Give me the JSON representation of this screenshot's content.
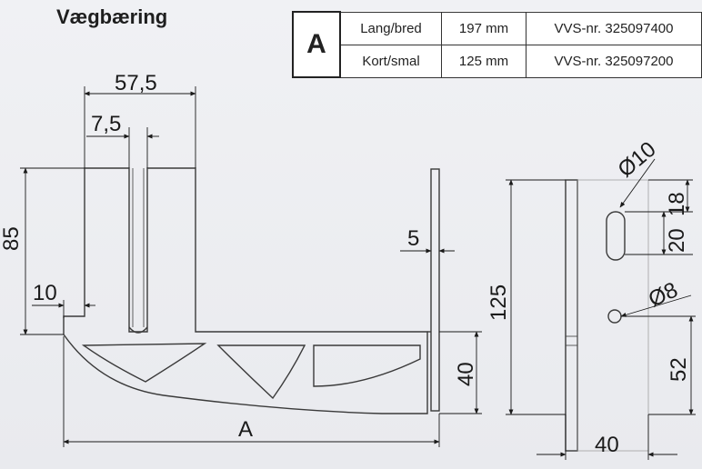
{
  "title": "Vægbæring",
  "table": {
    "letter": "A",
    "rows": [
      {
        "type": "Lang/bred",
        "size": "197 mm",
        "vvs": "VVS-nr. 325097400"
      },
      {
        "type": "Kort/smal",
        "size": "125 mm",
        "vvs": "VVS-nr. 325097200"
      }
    ]
  },
  "dimensions": {
    "width_top": "57,5",
    "slot_width": "7,5",
    "height_left": "85",
    "thickness_left": "10",
    "plate_thickness": "5",
    "arm_height": "40",
    "length": "A",
    "hole_slot_dia": "Ø10",
    "slot_offset": "18",
    "slot_length": "20",
    "hole_dia": "Ø8",
    "plate_height": "125",
    "hole_height": "52",
    "plate_width": "40"
  },
  "colors": {
    "line": "#3a3a3a",
    "dim": "#1a1a1a",
    "background": "#eeeff3"
  }
}
